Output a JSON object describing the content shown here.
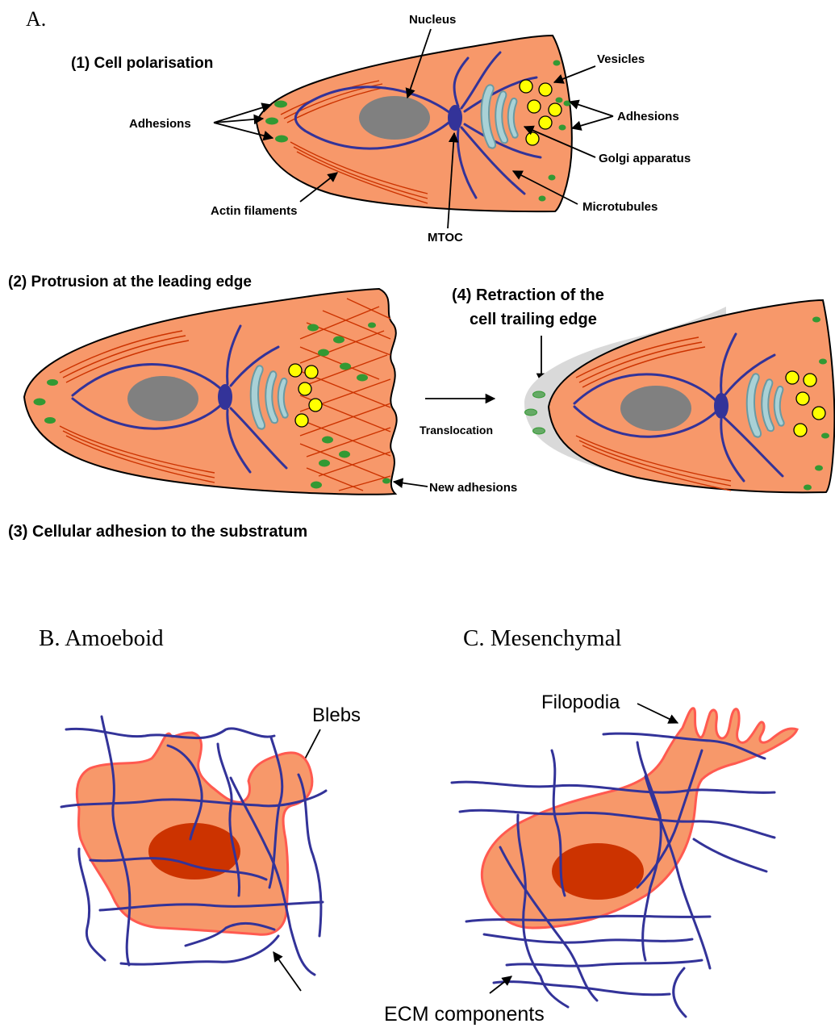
{
  "panel_a": {
    "letter": "A.",
    "step1": "(1) Cell polarisation",
    "step2": "(2) Protrusion at the leading edge",
    "step3": "(3) Cellular adhesion to the substratum",
    "step4_line1": "(4) Retraction of the",
    "step4_line2": "cell trailing edge",
    "labels": {
      "nucleus": "Nucleus",
      "vesicles": "Vesicles",
      "adhesions_left": "Adhesions",
      "adhesions_right": "Adhesions",
      "golgi": "Golgi apparatus",
      "microtubules": "Microtubules",
      "actin": "Actin filaments",
      "mtoc": "MTOC",
      "translocation": "Translocation",
      "new_adhesions": "New adhesions"
    }
  },
  "panel_b": {
    "title": "B. Amoeboid",
    "blebs": "Blebs"
  },
  "panel_c": {
    "title": "C. Mesenchymal",
    "filopodia": "Filopodia"
  },
  "shared": {
    "ecm": "ECM components"
  },
  "colors": {
    "cytoplasm": "#f7986a",
    "nucleus": "#808080",
    "microtubules": "#333399",
    "adhesions": "#339933",
    "vesicles": "#ffff00",
    "golgi": "#a9d1d6",
    "actin": "#cc3300",
    "amoeboid_nucleus": "#cc3300"
  }
}
